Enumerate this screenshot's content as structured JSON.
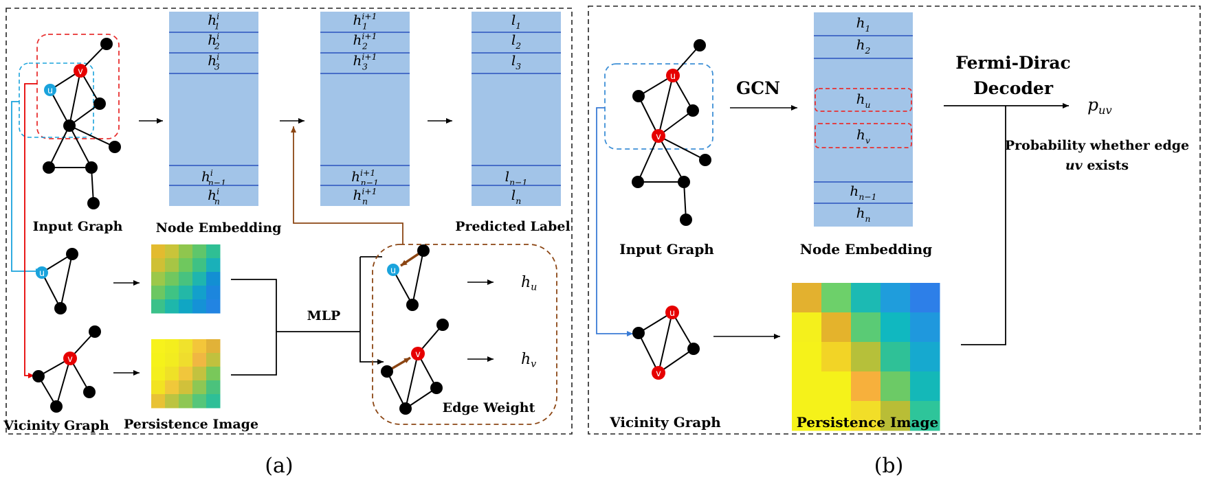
{
  "panel_a": {
    "caption": "(a)",
    "input_graph_label": "Input Graph",
    "node_embedding_label": "Node Embedding",
    "predicted_label_label": "Predicted Label",
    "vicinity_graph_label": "Vicinity Graph",
    "persistence_image_label": "Persistence Image",
    "mlp_label": "MLP",
    "edge_weight_label": "Edge Weight",
    "hu_label": "h_u",
    "hv_label": "h_v",
    "embedding_i": {
      "top": [
        "h_1^i",
        "h_2^i",
        "h_3^i"
      ],
      "bottom": [
        "h_{n-1}^i",
        "h_n^i"
      ]
    },
    "embedding_i1": {
      "top": [
        "h_1^{i+1}",
        "h_2^{i+1}",
        "h_3^{i+1}"
      ],
      "bottom": [
        "h_{n-1}^{i+1}",
        "h_n^{i+1}"
      ]
    },
    "labels": {
      "top": [
        "l_1",
        "l_2",
        "l_3"
      ],
      "bottom": [
        "l_{n-1}",
        "l_n"
      ]
    },
    "node_u": "u",
    "node_v": "v"
  },
  "panel_b": {
    "caption": "(b)",
    "gcn_label": "GCN",
    "decoder_label_line1": "Fermi-Dirac",
    "decoder_label_line2": "Decoder",
    "output_label": "p_uv",
    "probability_line1": "Probability whether edge",
    "probability_line2_math": "uv",
    "probability_line2_text": "exists",
    "input_graph_label": "Input Graph",
    "node_embedding_label": "Node Embedding",
    "vicinity_graph_label": "Vicinity Graph",
    "persistence_image_label": "Persistence Image",
    "embedding": {
      "top": [
        "h_1",
        "h_2"
      ],
      "middle": [
        "h_u",
        "h_v"
      ],
      "bottom": [
        "h_{n-1}",
        "h_n"
      ]
    }
  },
  "colors": {
    "embedding_fill": "#a2c4e8",
    "embedding_line": "#3a62c4",
    "node_black": "#000000",
    "node_red": "#e60000",
    "node_blue": "#1aa3dc",
    "box_red": "#e83030",
    "box_blue": "#3d8fd6",
    "box_brown": "#8b4513",
    "arrow_brown": "#8b4513",
    "vicinity_blue": "#3a7bd5"
  },
  "heatmaps": {
    "a_top": [
      [
        "#e3bb2f",
        "#c9c43a",
        "#8fc64e",
        "#5fc66b",
        "#2fbf94"
      ],
      [
        "#cfc035",
        "#a7c545",
        "#6fc85e",
        "#3fc184",
        "#1ab0b9"
      ],
      [
        "#9cc84a",
        "#71c75f",
        "#48c27f",
        "#1fb5ae",
        "#138fd3"
      ],
      [
        "#6cc762",
        "#3fc384",
        "#23b8a7",
        "#13a0cb",
        "#1c86dd"
      ],
      [
        "#3bc18a",
        "#1eb7ab",
        "#10a6c4",
        "#1592d6",
        "#2284e2"
      ]
    ],
    "a_bottom": [
      [
        "#f7f21c",
        "#f4ee1e",
        "#f0e22c",
        "#f3c63a",
        "#e1b238"
      ],
      [
        "#f5f21a",
        "#f2ec20",
        "#efdd2d",
        "#f0b742",
        "#c0c13e"
      ],
      [
        "#f4ef1d",
        "#efe127",
        "#f1c63c",
        "#c3c23f",
        "#79c85a"
      ],
      [
        "#f2e322",
        "#f0c83a",
        "#d1c13a",
        "#8dc754",
        "#4bc27c"
      ],
      [
        "#e8c235",
        "#bcc441",
        "#8ec754",
        "#55c67a",
        "#2ebf97"
      ]
    ],
    "b": [
      [
        "#e3b12f",
        "#6dd06a",
        "#1cbab3",
        "#1f9ddc",
        "#2d7fe8"
      ],
      [
        "#f4f01c",
        "#e4b32c",
        "#5acb75",
        "#10b8c0",
        "#1f98dd"
      ],
      [
        "#f5f21a",
        "#f2d426",
        "#b6c03a",
        "#2fc197",
        "#16a9cf"
      ],
      [
        "#f5f21a",
        "#f5f21a",
        "#f7b03c",
        "#6cca66",
        "#14b8b8"
      ],
      [
        "#f5f21a",
        "#f5f21a",
        "#f2de28",
        "#b9bd36",
        "#2ec59a"
      ]
    ]
  }
}
